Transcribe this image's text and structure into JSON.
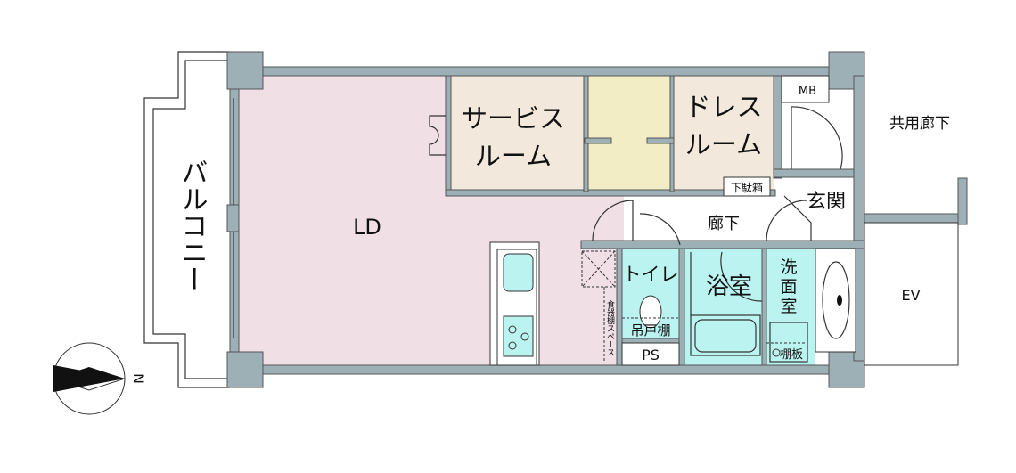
{
  "rooms": {
    "ld": "LD",
    "service_room_1": "サービス",
    "service_room_2": "ルーム",
    "dress_room_1": "ドレス",
    "dress_room_2": "ルーム",
    "mb": "MB",
    "shoe_box": "下駄箱",
    "entrance": "玄関",
    "hallway": "廊下",
    "toilet": "トイレ",
    "hanging_shelf": "吊戸棚",
    "ps": "PS",
    "bathroom": "浴室",
    "washroom_1": "洗",
    "washroom_2": "面",
    "washroom_3": "室",
    "shelf_board": "棚板",
    "cupboard_space": "食器棚スペース",
    "balcony": "バルコニー",
    "common_corridor": "共用廊下",
    "ev": "EV"
  },
  "compass": {
    "north_label": "N",
    "icon": "compass-icon"
  },
  "colors": {
    "wall": "#9db0b6",
    "ld": "#f0dfe5",
    "room": "#f2e8dc",
    "closet": "#f3edc5",
    "wet_area": "#baf3ef"
  }
}
